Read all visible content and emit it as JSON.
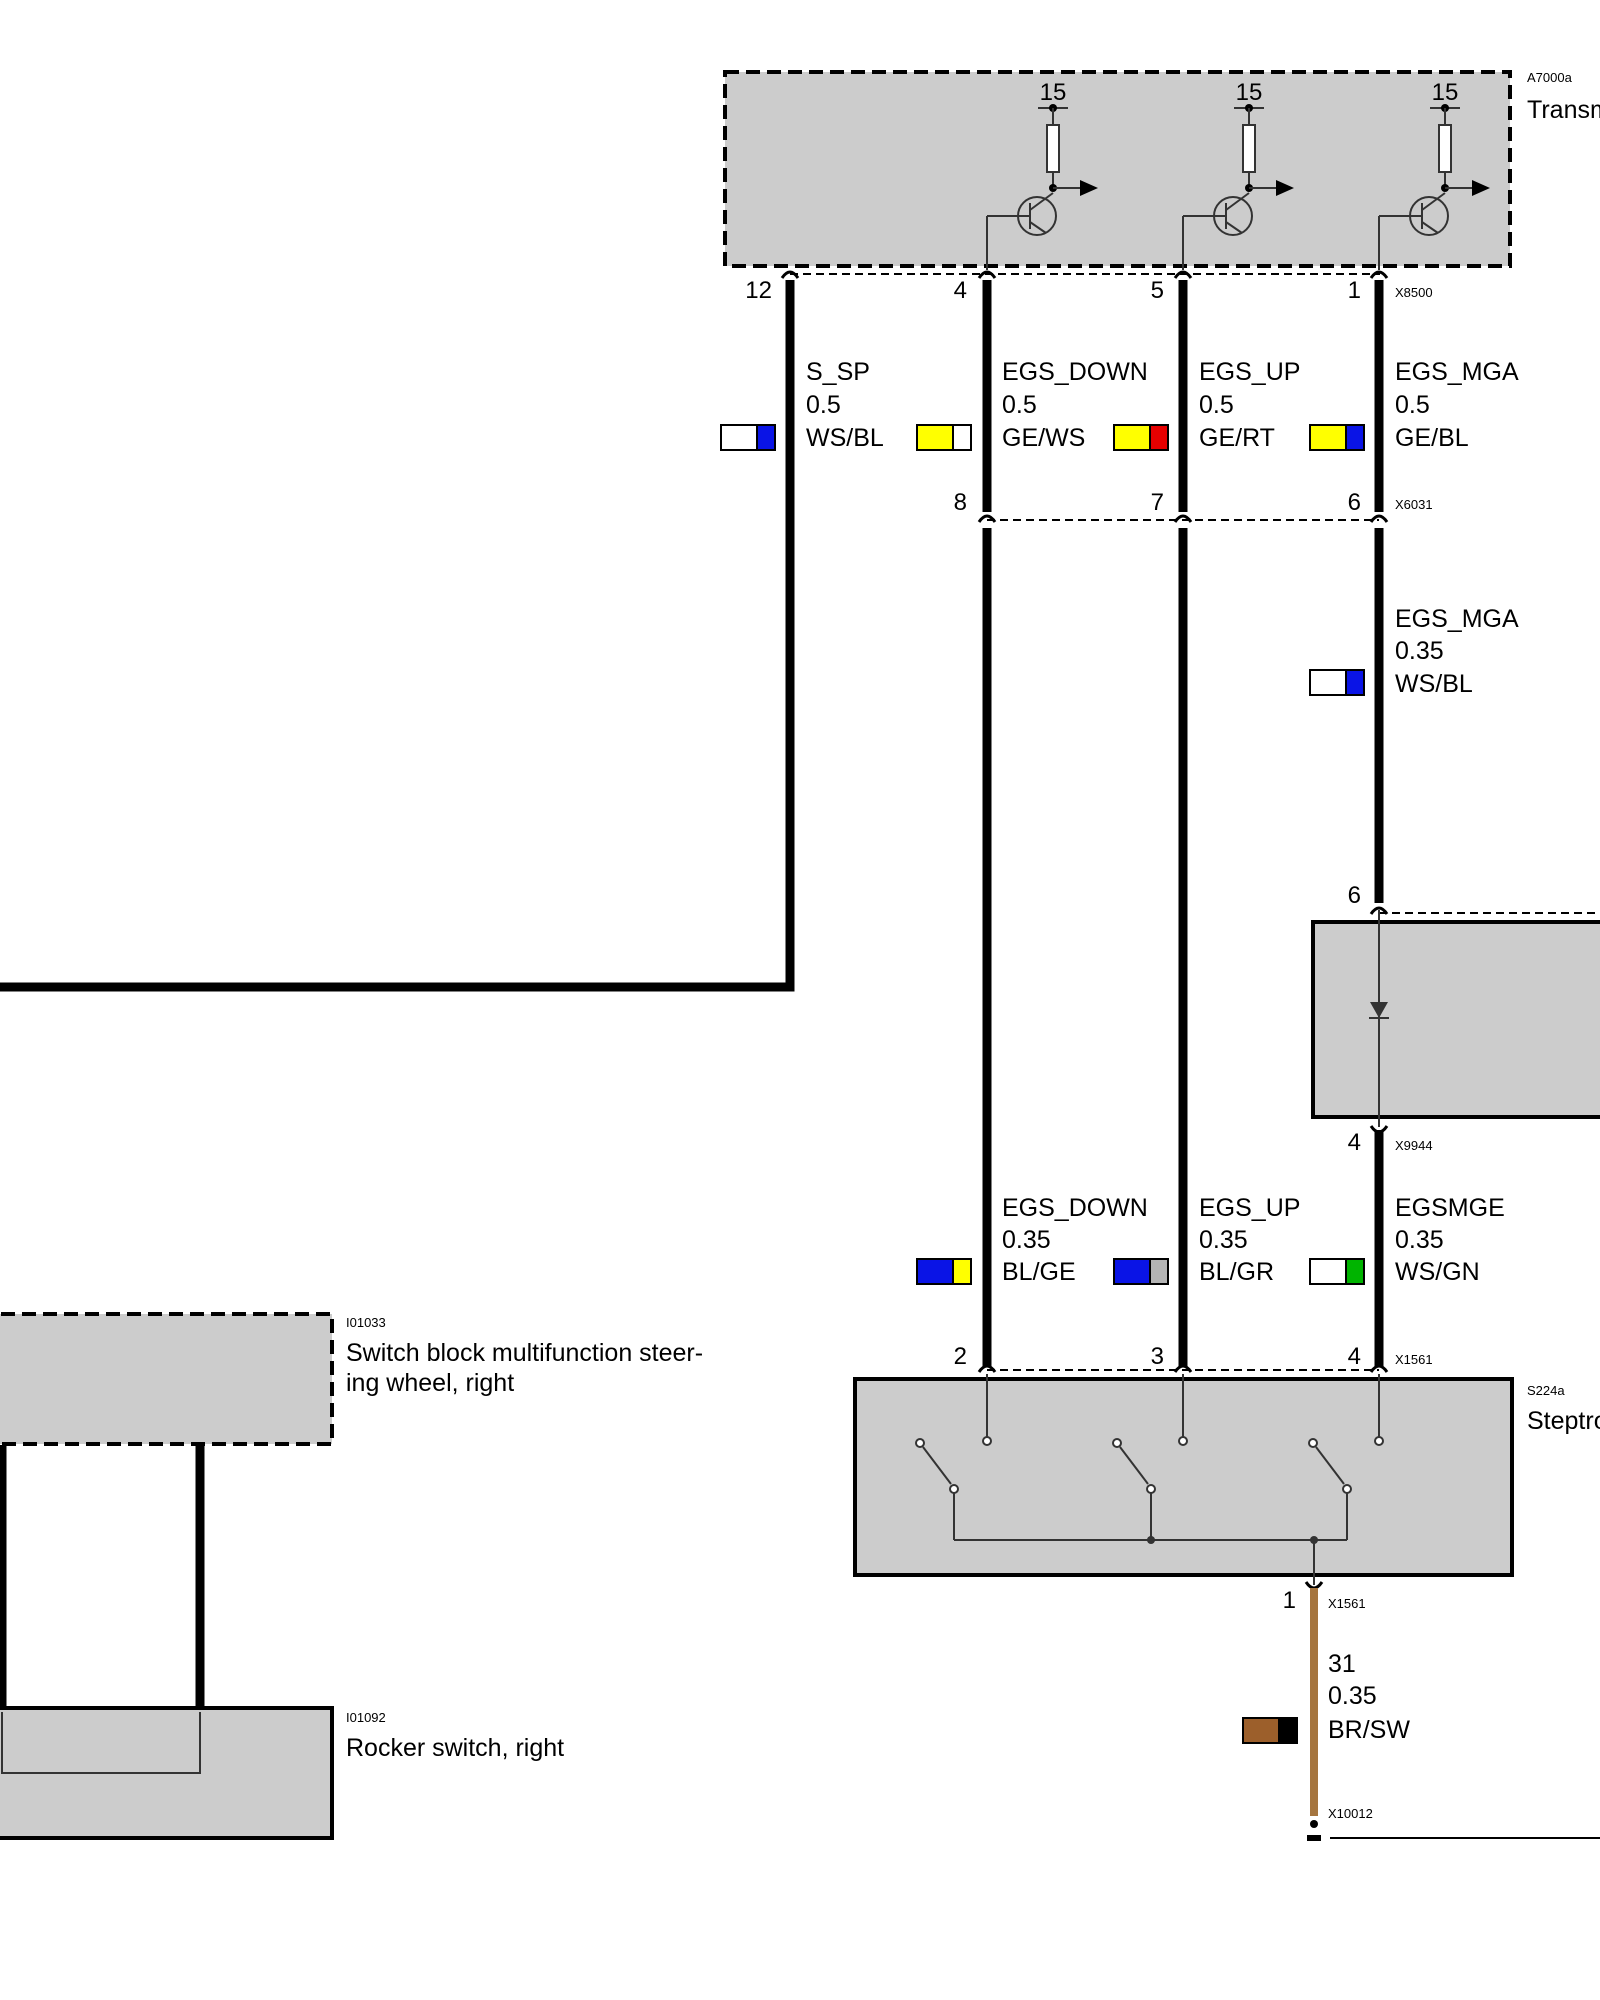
{
  "components": {
    "tcu": {
      "id": "A7000a",
      "name": "Transm",
      "supply": [
        "15",
        "15",
        "15"
      ],
      "connector": "X8500"
    },
    "steptronic": {
      "id": "S224a",
      "name": "Steptro",
      "connector": "X1561"
    },
    "switch_block": {
      "id": "I01033",
      "name_line1": "Switch block multifunction steer-",
      "name_line2": "ing wheel, right"
    },
    "rocker": {
      "id": "I01092",
      "name": "Rocker switch, right"
    },
    "diode_module": {
      "connector": "X9944"
    },
    "inline_connector": {
      "id": "X6031"
    },
    "ground": {
      "id": "X10012"
    }
  },
  "wires_upper": [
    {
      "signal": "S_SP",
      "size": "0.5",
      "color_code": "WS/BL",
      "pin_top": "12",
      "c1": "#ffffff",
      "c2": "#0a14e6"
    },
    {
      "signal": "EGS_DOWN",
      "size": "0.5",
      "color_code": "GE/WS",
      "pin_top": "4",
      "pin_bottom": "8",
      "c1": "#ffff00",
      "c2": "#ffffff"
    },
    {
      "signal": "EGS_UP",
      "size": "0.5",
      "color_code": "GE/RT",
      "pin_top": "5",
      "pin_bottom": "7",
      "c1": "#ffff00",
      "c2": "#e60000"
    },
    {
      "signal": "EGS_MGA",
      "size": "0.5",
      "color_code": "GE/BL",
      "pin_top": "1",
      "pin_bottom": "6",
      "c1": "#ffff00",
      "c2": "#0a14e6"
    }
  ],
  "wire_mga_mid": {
    "signal": "EGS_MGA",
    "size": "0.35",
    "color_code": "WS/BL",
    "pin_bottom": "6",
    "c1": "#ffffff",
    "c2": "#0a14e6"
  },
  "wires_lower": [
    {
      "signal": "EGS_DOWN",
      "size": "0.35",
      "color_code": "BL/GE",
      "pin": "2",
      "c1": "#0a14e6",
      "c2": "#ffff00"
    },
    {
      "signal": "EGS_UP",
      "size": "0.35",
      "color_code": "BL/GR",
      "pin": "3",
      "c1": "#0a14e6",
      "c2": "#b4b4b4"
    },
    {
      "signal": "EGSMGE",
      "size": "0.35",
      "color_code": "WS/GN",
      "pin": "4",
      "pin_top": "4",
      "c1": "#ffffff",
      "c2": "#00b400"
    }
  ],
  "ground_wire": {
    "signal": "31",
    "size": "0.35",
    "color_code": "BR/SW",
    "pin": "1",
    "connector": "X1561",
    "c1": "#9c5f2b",
    "c2": "#000000",
    "wire_color": "#a5753f"
  }
}
